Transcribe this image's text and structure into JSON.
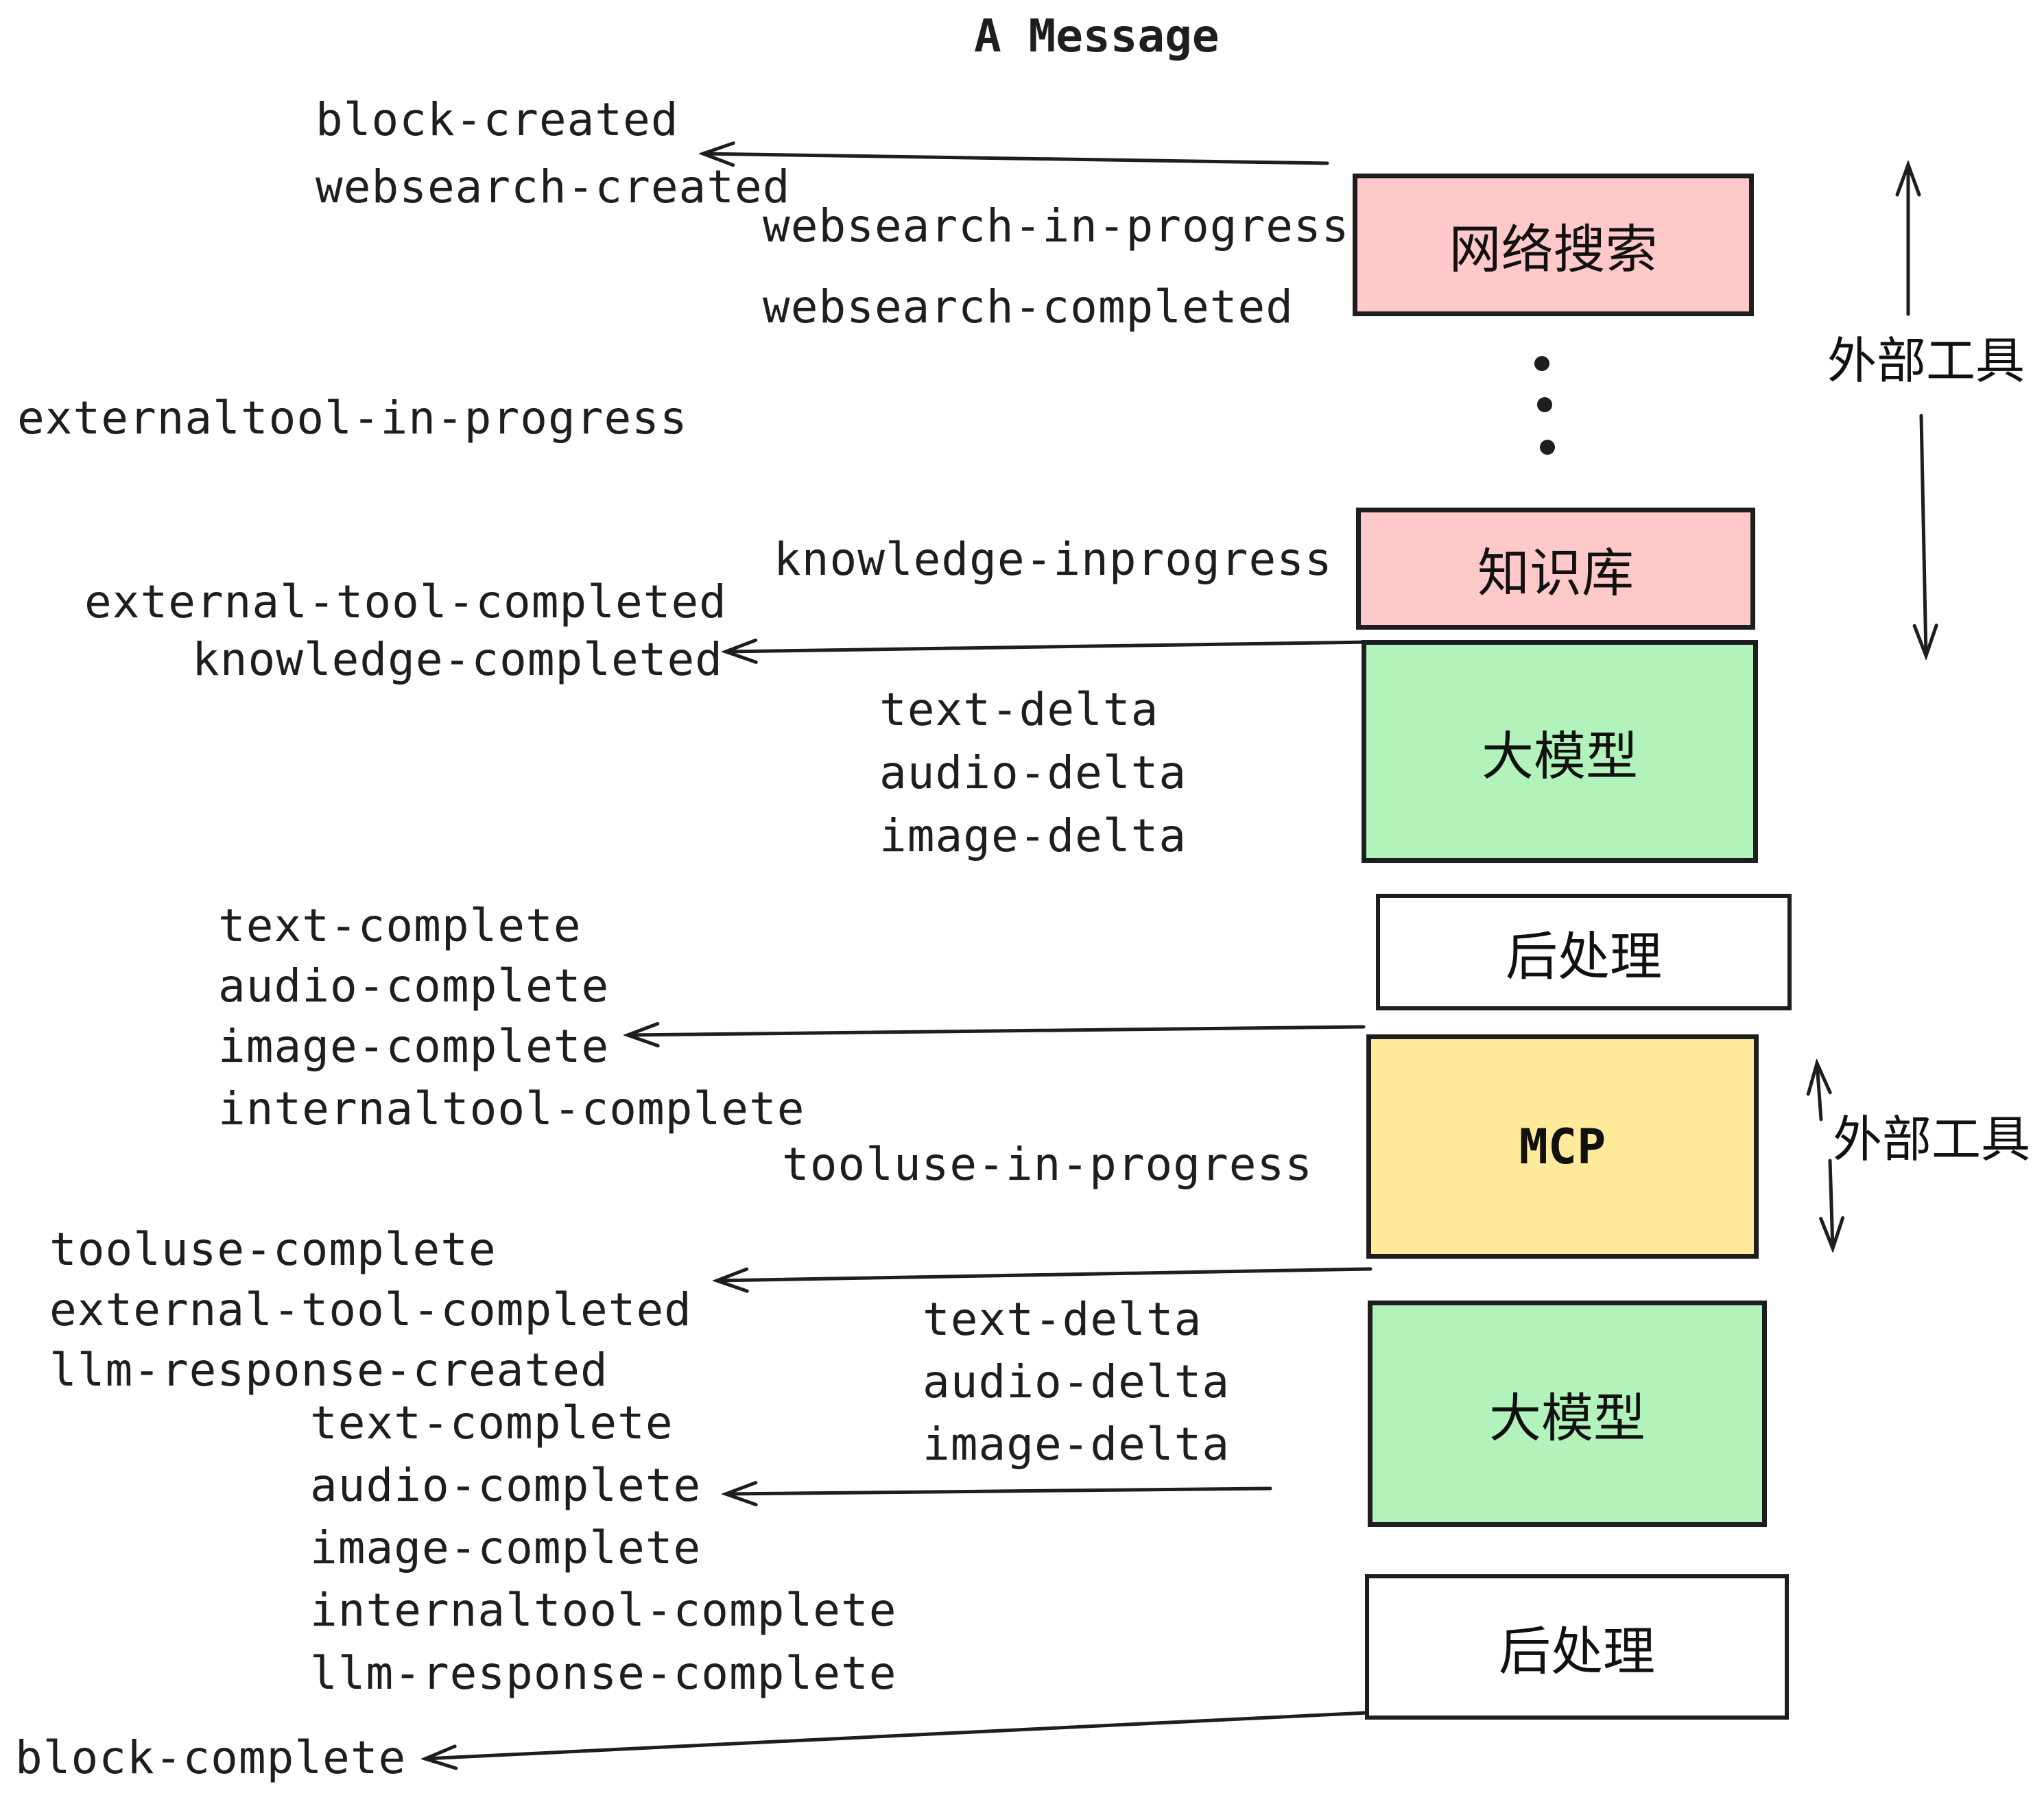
{
  "title": "A Message",
  "colors": {
    "stroke": "#1e1e1e",
    "box_pink": "#ffc9c9",
    "box_green": "#b2f2bb",
    "box_yellow": "#ffe99a",
    "box_white": "#ffffff"
  },
  "boxes": [
    {
      "label": "网络搜索",
      "color": "#ffc9c9"
    },
    {
      "label": "知识库",
      "color": "#ffc9c9"
    },
    {
      "label": "大模型",
      "color": "#b2f2bb"
    },
    {
      "label": "后处理",
      "color": "#ffffff"
    },
    {
      "label": "MCP",
      "color": "#ffe99a"
    },
    {
      "label": "大模型",
      "color": "#b2f2bb"
    },
    {
      "label": "后处理",
      "color": "#ffffff"
    }
  ],
  "side_annotations": [
    "外部工具",
    "外部工具"
  ],
  "event_labels": {
    "left": [
      "block-created",
      "websearch-created",
      "externaltool-in-progress",
      "external-tool-completed",
      "knowledge-completed",
      "text-complete",
      "audio-complete",
      "image-complete",
      "internaltool-complete",
      "tooluse-complete",
      "external-tool-completed",
      "llm-response-created",
      "text-complete",
      "audio-complete",
      "image-complete",
      "internaltool-complete",
      "llm-response-complete",
      "block-complete"
    ],
    "middle": [
      "websearch-in-progress",
      "websearch-completed",
      "knowledge-inprogress",
      "text-delta",
      "audio-delta",
      "image-delta",
      "tooluse-in-progress",
      "text-delta",
      "audio-delta",
      "image-delta"
    ]
  }
}
